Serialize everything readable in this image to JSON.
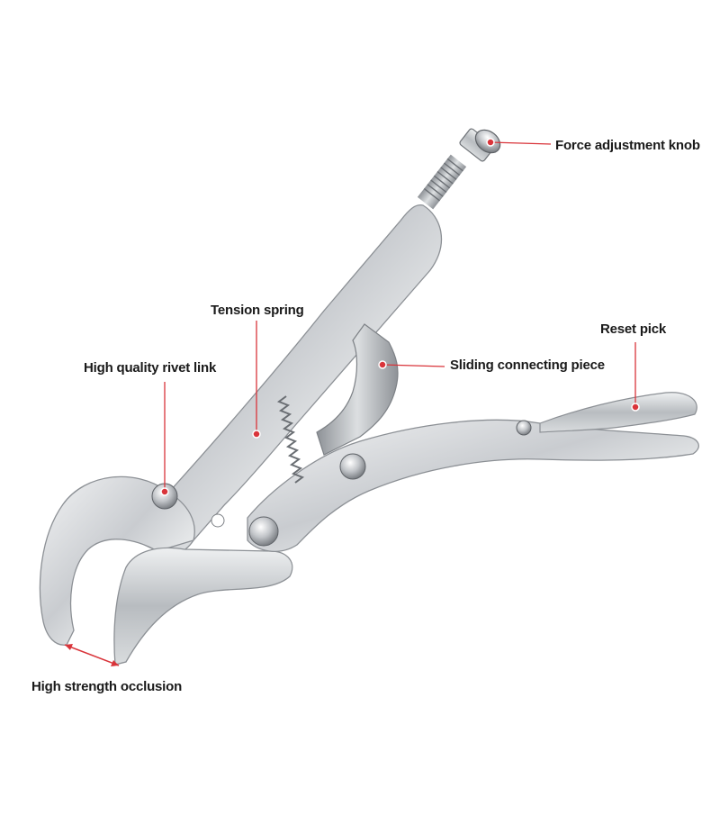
{
  "callouts": {
    "knob": "Force adjustment knob",
    "spring": "Tension spring",
    "reset": "Reset pick",
    "rivet": "High quality rivet link",
    "sliding": "Sliding connecting piece",
    "occlusion": "High strength occlusion"
  },
  "colors": {
    "accent": "#d9343a",
    "label_text": "#1a1a1a",
    "steel_light": "#e4e6e8",
    "steel_mid": "#b4b8bc",
    "steel_dark": "#7a7f84"
  }
}
